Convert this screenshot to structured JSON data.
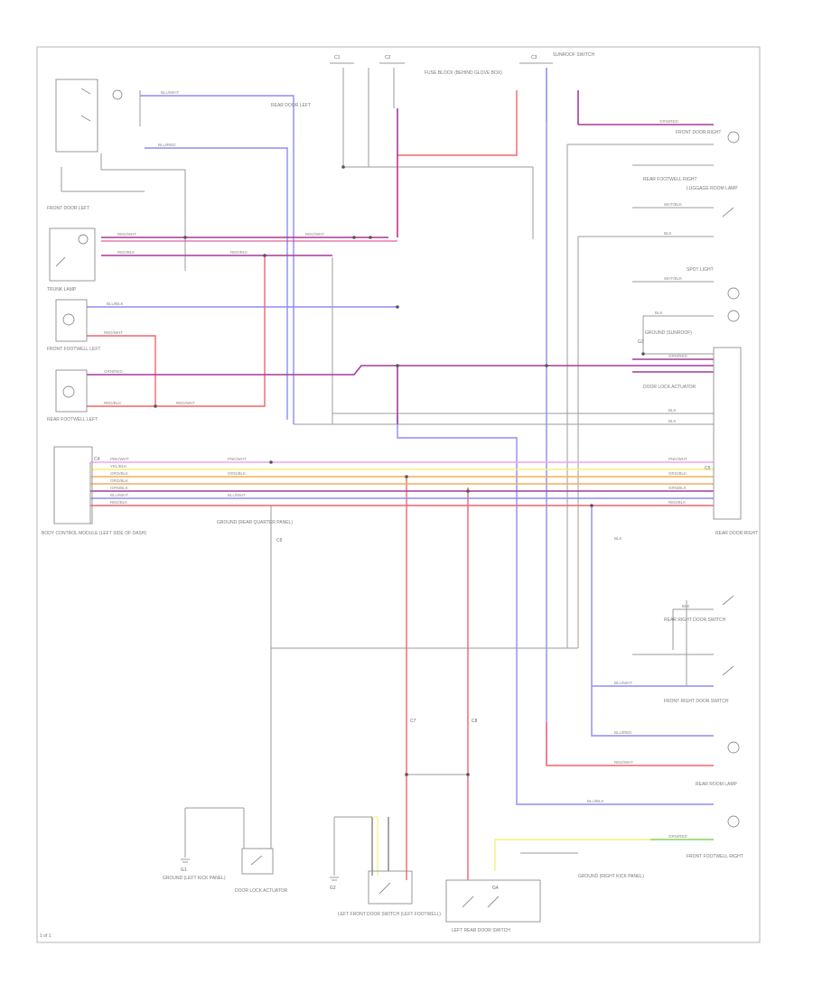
{
  "diagram": {
    "wire_colors": {
      "blue": "#8f8cf2",
      "red": "#f2646e",
      "purple": "#a6399b",
      "magenta": "#dd3a86",
      "pink": "#f0a6f2",
      "yellow": "#f1f27a",
      "orange": "#f4ae5a",
      "gray": "#9b9b9b",
      "dark": "#6e6e6e",
      "green": "#8bd672"
    },
    "sheet_id": "1 of 1",
    "components": {
      "front_door_left": "FRONT DOOR LEFT",
      "rear_door_left": "REAR DOOR LEFT",
      "trunk_lamp": "TRUNK LAMP",
      "front_footwell_left": "FRONT FOOTWELL LEFT",
      "rear_footwell_left": "REAR FOOTWELL LEFT",
      "body_control_module": "BODY CONTROL MODULE (LEFT SIDE OF DASH)",
      "fuse_block": "FUSE BLOCK (BEHIND GLOVE BOX)",
      "front_door_right": "FRONT DOOR RIGHT",
      "luggage_room_lamp": "LUGGAGE ROOM LAMP",
      "spot_light": "SPOT LIGHT",
      "sunroof_switch": "SUNROOF SWITCH",
      "door_lock_actuator": "DOOR LOCK ACTUATOR",
      "rear_door_right": "REAR DOOR RIGHT",
      "front_footwell_right": "FRONT FOOTWELL RIGHT",
      "rear_footwell_right": "REAR FOOTWELL RIGHT",
      "rear_room_lamp": "REAR ROOM LAMP",
      "rear_right_door_switch": "REAR RIGHT DOOR SWITCH",
      "front_right_door_switch": "FRONT RIGHT DOOR SWITCH",
      "left_front_door_switch": "LEFT FRONT DOOR SWITCH (LEFT FOOTWELL)",
      "left_rear_door_switch": "LEFT REAR DOOR SWITCH",
      "ground_left": "GROUND (LEFT KICK PANEL)",
      "ground_right": "GROUND (RIGHT KICK PANEL)",
      "ground_sunroof": "GROUND (SUNROOF)",
      "ground_rear": "GROUND (REAR QUARTER PANEL)"
    },
    "wire_labels": {
      "blu_wht": "BLU/WHT",
      "blu_red": "BLU/RED",
      "red_wht": "RED/WHT",
      "wht_blk": "WHT/BLK",
      "grn_red": "GRN/RED",
      "pnk_wht": "PNK/WHT",
      "yel_blk": "YEL/BLK",
      "org_blk": "ORG/BLK",
      "blk": "BLK",
      "red_blk": "RED/BLK",
      "blu_blk": "BLU/BLK",
      "grn_blk": "GRN/BLK"
    },
    "connector_codes": {
      "c1": "C1",
      "c2": "C2",
      "c3": "C3",
      "c4": "C4",
      "c5": "C5",
      "c6": "C6",
      "c7": "C7",
      "c8": "C8",
      "g1": "G1",
      "g2": "G2",
      "g3": "G3",
      "g4": "G4"
    }
  }
}
